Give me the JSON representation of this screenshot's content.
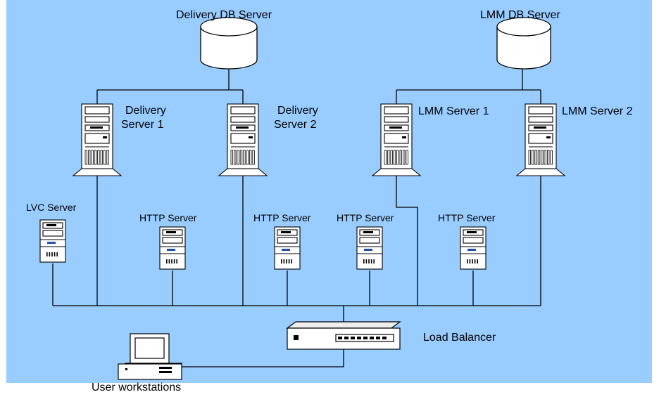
{
  "diagram": {
    "background_color": "#99ccff",
    "line_color": "#000000",
    "device_fill": "#ffffff",
    "nodes": {
      "delivery_db": {
        "label": "Delivery DB Server",
        "icon": "database-cylinder-icon"
      },
      "lmm_db": {
        "label": "LMM DB Server",
        "icon": "database-cylinder-icon"
      },
      "delivery_server_1": {
        "label_line1": "Delivery",
        "label_line2": "Server 1",
        "icon": "tower-server-icon"
      },
      "delivery_server_2": {
        "label_line1": "Delivery",
        "label_line2": "Server 2",
        "icon": "tower-server-icon"
      },
      "lmm_server_1": {
        "label": "LMM Server 1",
        "icon": "tower-server-icon"
      },
      "lmm_server_2": {
        "label": "LMM Server 2",
        "icon": "tower-server-icon"
      },
      "lvc_server": {
        "label": "LVC Server",
        "icon": "mini-tower-icon"
      },
      "http_servers": [
        {
          "label": "HTTP Server",
          "icon": "mini-tower-icon"
        },
        {
          "label": "HTTP Server",
          "icon": "mini-tower-icon"
        },
        {
          "label": "HTTP Server",
          "icon": "mini-tower-icon"
        },
        {
          "label": "HTTP Server",
          "icon": "mini-tower-icon"
        }
      ],
      "load_balancer": {
        "label": "Load Balancer",
        "icon": "network-switch-icon"
      },
      "user_workstations": {
        "label": "User workstations",
        "icon": "desktop-computer-icon"
      }
    }
  }
}
